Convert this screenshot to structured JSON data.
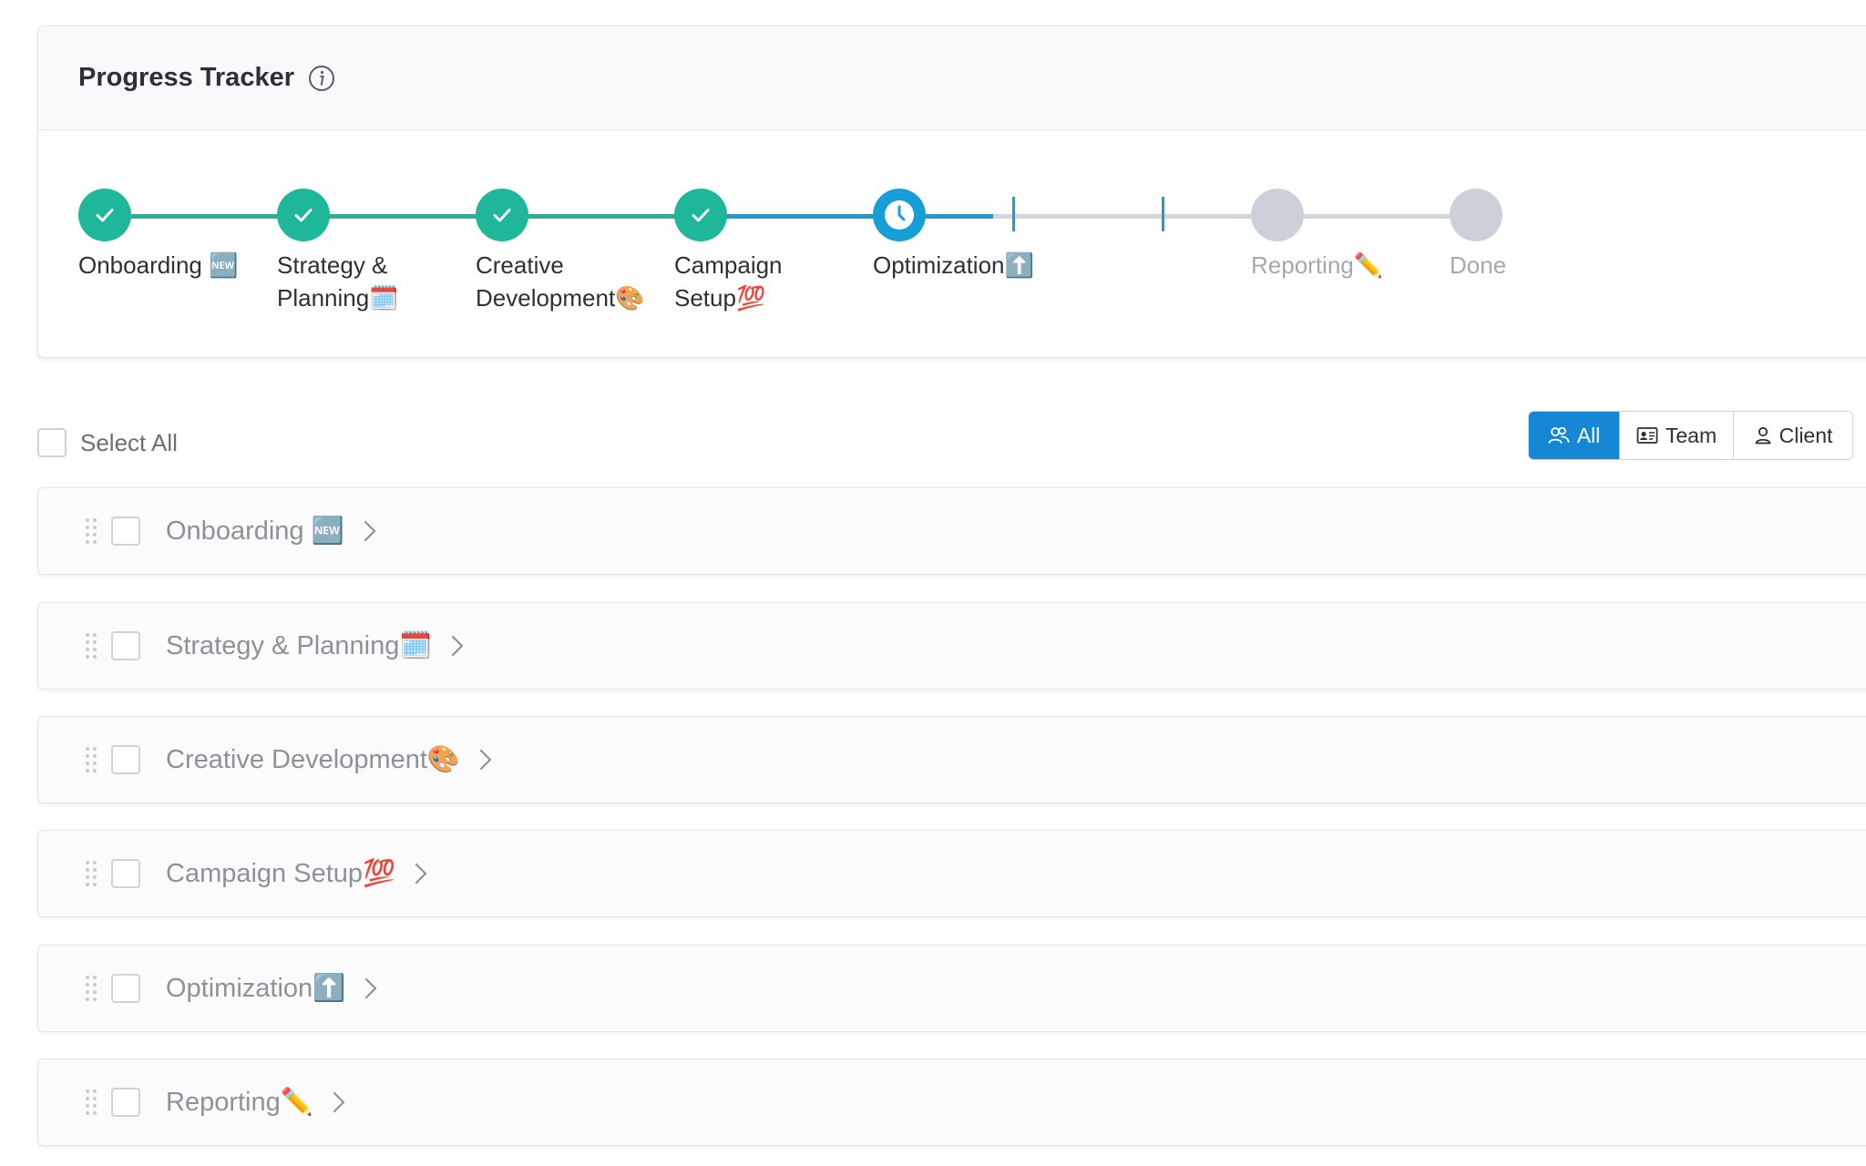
{
  "tracker": {
    "title": "Progress Tracker",
    "info_icon": "info-circle-icon",
    "colors": {
      "done": "#1fb79a",
      "current": "#169ed8",
      "pending": "#ccd1d9"
    },
    "steps": [
      {
        "label": "Onboarding 🆕",
        "status": "done"
      },
      {
        "label": "Strategy &\nPlanning🗓️",
        "status": "done"
      },
      {
        "label": "Creative\nDevelopment🎨",
        "status": "done"
      },
      {
        "label": "Campaign\nSetup💯",
        "status": "done"
      },
      {
        "label": "Optimization⬆️",
        "status": "current"
      },
      {
        "label": "Reporting✏️",
        "status": "pending"
      },
      {
        "label": "Done",
        "status": "pending"
      }
    ]
  },
  "select_all": {
    "label": "Select All"
  },
  "filters": {
    "active": "All",
    "all": {
      "label": "All",
      "icon": "users-icon"
    },
    "team": {
      "label": "Team",
      "icon": "id-card-icon"
    },
    "client": {
      "label": "Client",
      "icon": "user-icon"
    }
  },
  "phases": [
    {
      "label": "Onboarding 🆕"
    },
    {
      "label": "Strategy & Planning🗓️"
    },
    {
      "label": "Creative Development🎨"
    },
    {
      "label": "Campaign Setup💯"
    },
    {
      "label": "Optimization⬆️"
    },
    {
      "label": "Reporting✏️"
    }
  ]
}
